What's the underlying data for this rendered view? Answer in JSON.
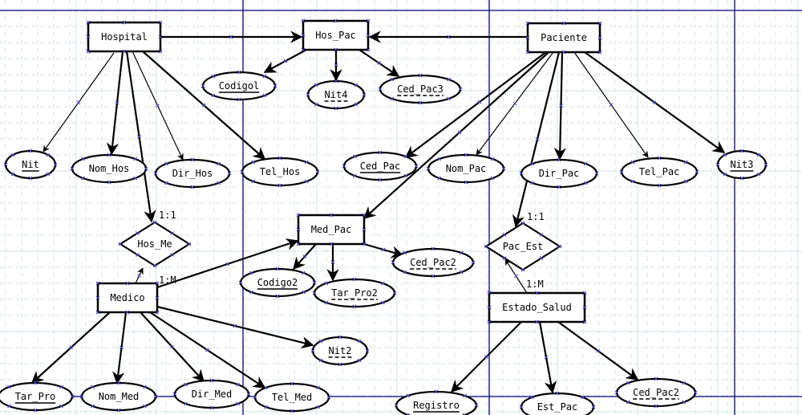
{
  "diagram": {
    "type": "entity-relationship",
    "entities": [
      {
        "id": "hospital",
        "label": "Hospital"
      },
      {
        "id": "paciente",
        "label": "Paciente"
      },
      {
        "id": "medico",
        "label": "Medico"
      },
      {
        "id": "estado_salud",
        "label": "Estado_Salud"
      },
      {
        "id": "hos_pac",
        "label": "Hos_Pac"
      },
      {
        "id": "med_pac",
        "label": "Med_Pac"
      }
    ],
    "relationships": [
      {
        "id": "hos_me",
        "label": "Hos_Me",
        "card_top": "1:1",
        "card_bottom": "1:M"
      },
      {
        "id": "pac_est",
        "label": "Pac_Est",
        "card_top": "1:1",
        "card_bottom": "1:M"
      }
    ],
    "attributes": [
      {
        "id": "nit",
        "label": "Nit",
        "key": "primary"
      },
      {
        "id": "nom_hos",
        "label": "Nom_Hos",
        "key": "none"
      },
      {
        "id": "dir_hos",
        "label": "Dir_Hos",
        "key": "none"
      },
      {
        "id": "tel_hos",
        "label": "Tel_Hos",
        "key": "none"
      },
      {
        "id": "codigo1",
        "label": "Codigol",
        "key": "primary"
      },
      {
        "id": "nit4",
        "label": "Nit4",
        "key": "foreign"
      },
      {
        "id": "ced_pac3",
        "label": "Ced_Pac3",
        "key": "foreign"
      },
      {
        "id": "ced_pac",
        "label": "Ced_Pac",
        "key": "primary"
      },
      {
        "id": "nom_pac",
        "label": "Nom_Pac",
        "key": "none"
      },
      {
        "id": "dir_pac",
        "label": "Dir_Pac",
        "key": "none"
      },
      {
        "id": "tel_pac",
        "label": "Tel_Pac",
        "key": "none"
      },
      {
        "id": "nit3",
        "label": "Nit3",
        "key": "primary"
      },
      {
        "id": "codigo2",
        "label": "Codigo2",
        "key": "primary"
      },
      {
        "id": "tar_pro2",
        "label": "Tar_Pro2",
        "key": "foreign"
      },
      {
        "id": "ced_pac2_a",
        "label": "Ced_Pac2",
        "key": "foreign"
      },
      {
        "id": "nit2",
        "label": "Nit2",
        "key": "foreign"
      },
      {
        "id": "tar_pro",
        "label": "Tar_Pro",
        "key": "primary"
      },
      {
        "id": "nom_med",
        "label": "Nom_Med",
        "key": "none"
      },
      {
        "id": "dir_med",
        "label": "Dir_Med",
        "key": "none"
      },
      {
        "id": "tel_med",
        "label": "Tel_Med",
        "key": "none"
      },
      {
        "id": "registro",
        "label": "Registro",
        "key": "primary"
      },
      {
        "id": "est_pac",
        "label": "Est_Pac",
        "key": "none"
      },
      {
        "id": "ced_pac2_b",
        "label": "Ced_Pac2",
        "key": "foreign"
      }
    ],
    "connections": [
      {
        "from": "hospital",
        "to": "hos_pac"
      },
      {
        "from": "paciente",
        "to": "hos_pac"
      },
      {
        "from": "hos_pac",
        "to": "codigo1"
      },
      {
        "from": "hos_pac",
        "to": "nit4"
      },
      {
        "from": "hos_pac",
        "to": "ced_pac3"
      },
      {
        "from": "hospital",
        "to": "nit"
      },
      {
        "from": "hospital",
        "to": "nom_hos"
      },
      {
        "from": "hospital",
        "to": "dir_hos"
      },
      {
        "from": "hospital",
        "to": "tel_hos"
      },
      {
        "from": "hospital",
        "to": "hos_me"
      },
      {
        "from": "medico",
        "to": "hos_me"
      },
      {
        "from": "paciente",
        "to": "ced_pac"
      },
      {
        "from": "paciente",
        "to": "nom_pac"
      },
      {
        "from": "paciente",
        "to": "dir_pac"
      },
      {
        "from": "paciente",
        "to": "tel_pac"
      },
      {
        "from": "paciente",
        "to": "nit3"
      },
      {
        "from": "paciente",
        "to": "med_pac"
      },
      {
        "from": "paciente",
        "to": "pac_est"
      },
      {
        "from": "medico",
        "to": "med_pac"
      },
      {
        "from": "med_pac",
        "to": "codigo2"
      },
      {
        "from": "med_pac",
        "to": "tar_pro2"
      },
      {
        "from": "med_pac",
        "to": "ced_pac2_a"
      },
      {
        "from": "medico",
        "to": "tar_pro"
      },
      {
        "from": "medico",
        "to": "nom_med"
      },
      {
        "from": "medico",
        "to": "dir_med"
      },
      {
        "from": "medico",
        "to": "tel_med"
      },
      {
        "from": "medico",
        "to": "nit2"
      },
      {
        "from": "estado_salud",
        "to": "pac_est"
      },
      {
        "from": "estado_salud",
        "to": "registro"
      },
      {
        "from": "estado_salud",
        "to": "est_pac"
      },
      {
        "from": "estado_salud",
        "to": "ced_pac2_b"
      }
    ]
  },
  "colors": {
    "grid": "#d4e4e4",
    "page_break": "#000080",
    "handle": "#4040c0",
    "stroke": "#000000"
  }
}
